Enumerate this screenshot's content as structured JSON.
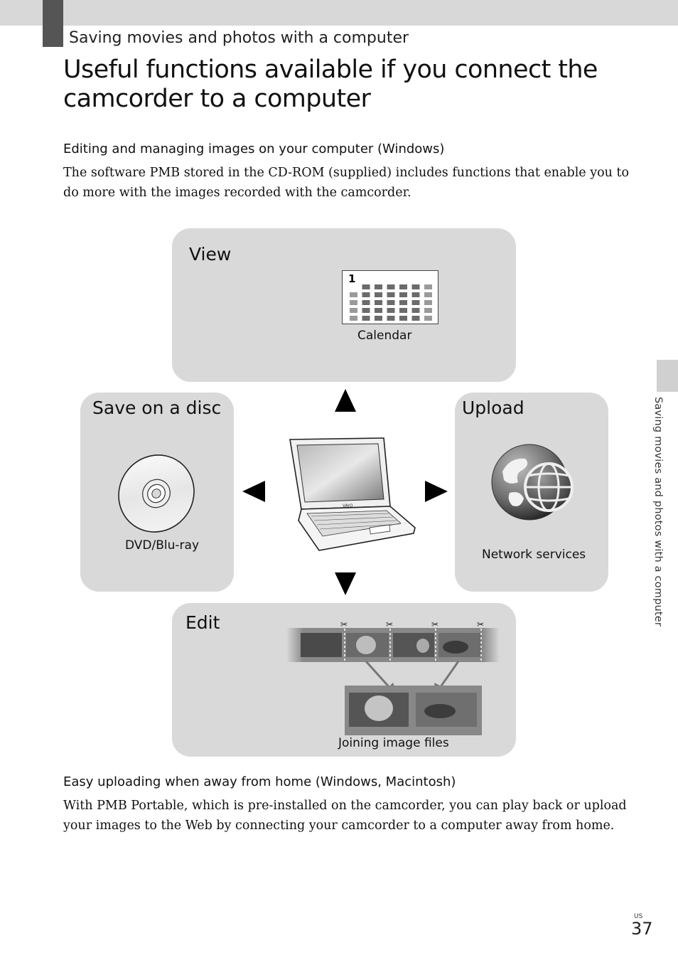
{
  "header": {
    "section_title": "Saving movies and photos with a computer",
    "main_title": "Useful functions available if you connect the camcorder to a computer"
  },
  "section1": {
    "heading": "Editing and managing images on your computer (Windows)",
    "body": "The software PMB stored in the CD-ROM (supplied) includes functions that enable you to do more with the images recorded with the camcorder."
  },
  "diagram": {
    "view": {
      "title": "View",
      "caption": "Calendar",
      "calendar_day": "1"
    },
    "save": {
      "title": "Save on a disc",
      "caption": "DVD/Blu-ray"
    },
    "upload": {
      "title": "Upload",
      "caption": "Network services"
    },
    "edit": {
      "title": "Edit",
      "caption": "Joining image files"
    },
    "laptop_brand": "VAIO"
  },
  "section2": {
    "heading": "Easy uploading when away from home (Windows, Macintosh)",
    "body": "With PMB Portable, which is pre-installed  on the camcorder, you can play back or upload your images to the Web by connecting your camcorder to a computer away from home."
  },
  "sidebar": {
    "tab_text": "Saving movies and photos with a computer"
  },
  "footer": {
    "region": "US",
    "page_number": "37"
  },
  "icons": [
    "calendar-icon",
    "disc-icon",
    "globe-icon",
    "laptop-icon",
    "film-strip-icon",
    "arrow-up-icon",
    "arrow-down-icon",
    "arrow-left-icon",
    "arrow-right-icon"
  ]
}
